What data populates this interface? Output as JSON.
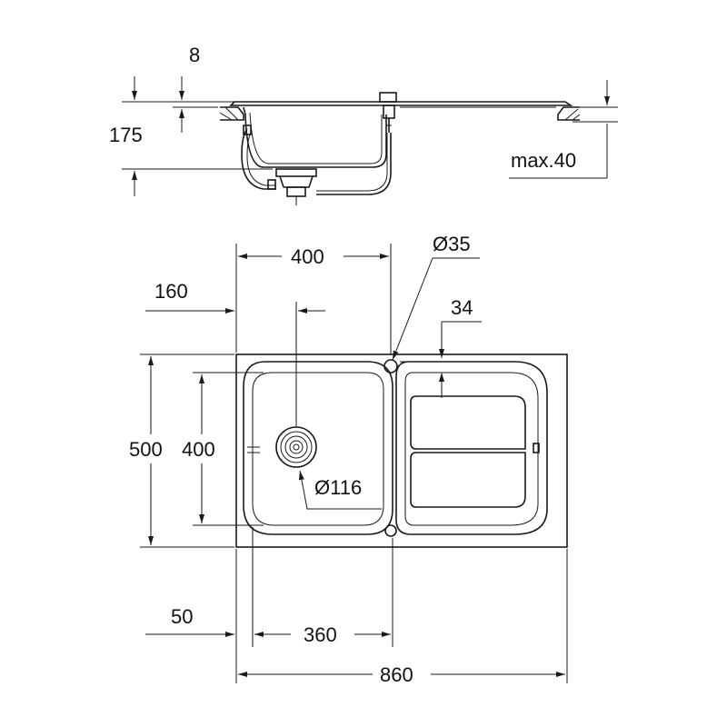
{
  "colors": {
    "line": "#1a1a1a",
    "background": "#ffffff"
  },
  "dimensions": {
    "lip_thickness": "8",
    "bowl_depth": "175",
    "max_countertop": "max.40",
    "bowl_width": "400",
    "tap_hole": "Ø35",
    "left_offset": "160",
    "drainer_offset": "34",
    "overall_depth": "500",
    "bowl_depth_plan": "400",
    "waste_diameter": "Ø116",
    "edge_margin": "50",
    "bowl_inner": "360",
    "overall_width": "860"
  }
}
